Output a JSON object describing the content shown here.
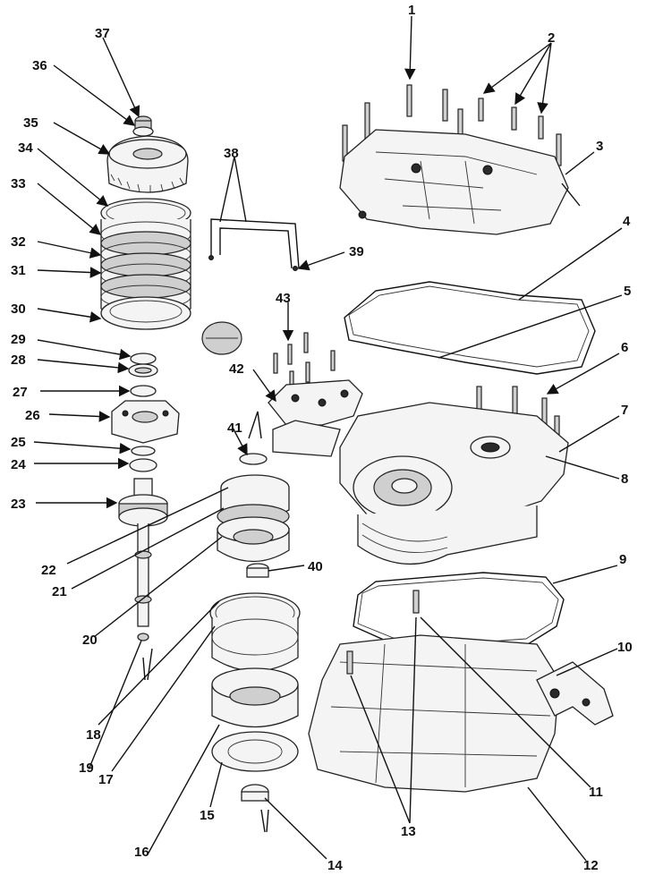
{
  "diagram": {
    "labels": {
      "l1": "1",
      "l2": "2",
      "l3": "3",
      "l4": "4",
      "l5": "5",
      "l6": "6",
      "l7": "7",
      "l8": "8",
      "l9": "9",
      "l10": "10",
      "l11": "11",
      "l12": "12",
      "l13": "13",
      "l14": "14",
      "l15": "15",
      "l16": "16",
      "l17": "17",
      "l18": "18",
      "l19": "19",
      "l20": "20",
      "l21": "21",
      "l22": "22",
      "l23": "23",
      "l24": "24",
      "l25": "25",
      "l26": "26",
      "l27": "27",
      "l28": "28",
      "l29": "29",
      "l30": "30",
      "l31": "31",
      "l32": "32",
      "l33": "33",
      "l34": "34",
      "l35": "35",
      "l36": "36",
      "l37": "37",
      "l38": "38",
      "l39": "39",
      "l40": "40",
      "l41": "41",
      "l42": "42",
      "l43": "43"
    }
  }
}
